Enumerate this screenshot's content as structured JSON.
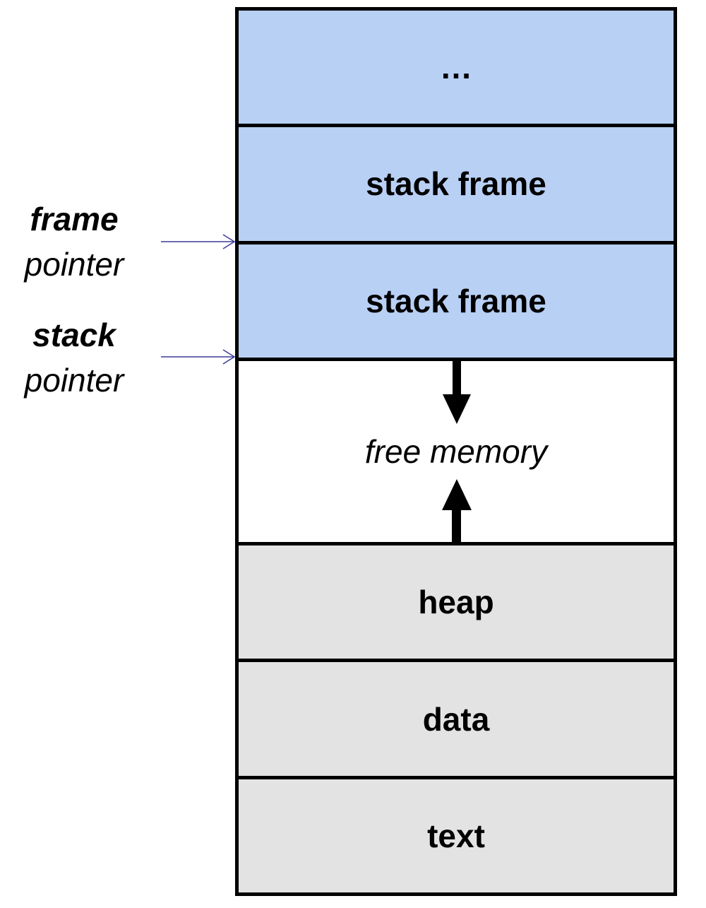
{
  "segments": [
    {
      "label": "…",
      "kind": "blue"
    },
    {
      "label": "stack frame",
      "kind": "blue"
    },
    {
      "label": "stack frame",
      "kind": "blue"
    },
    {
      "label": "free memory",
      "kind": "free"
    },
    {
      "label": "heap",
      "kind": "gray"
    },
    {
      "label": "data",
      "kind": "gray"
    },
    {
      "label": "text",
      "kind": "gray"
    }
  ],
  "pointers": {
    "frame": {
      "strong": "frame",
      "weak": "pointer"
    },
    "stack": {
      "strong": "stack",
      "weak": "pointer"
    }
  },
  "colors": {
    "stack_fill": "#b9d0f5",
    "static_fill": "#e3e3e3",
    "pointer_arrow": "#3b3b9a",
    "outline": "#000000"
  }
}
